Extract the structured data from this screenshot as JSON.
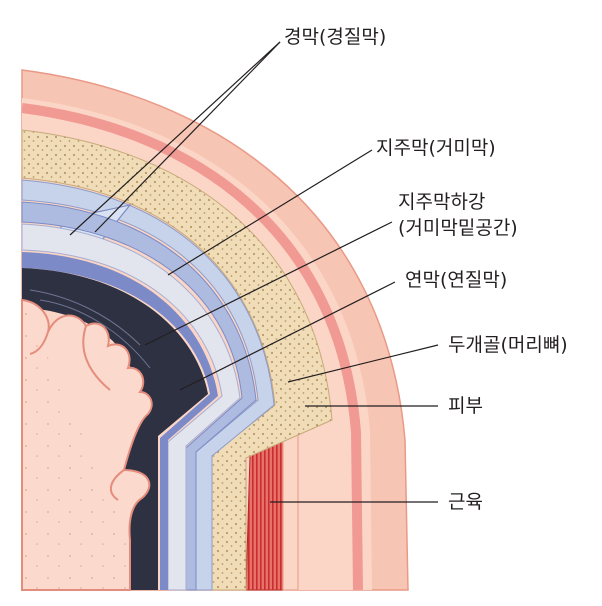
{
  "labels": {
    "dura_mater": "경막(경질막)",
    "arachnoid": "지주막(거미막)",
    "subarachnoid_line1": "지주막하강",
    "subarachnoid_line2": "(거미막밑공간)",
    "pia_mater": "연막(연질막)",
    "skull": "두개골(머리뼈)",
    "skin": "피부",
    "muscle": "근육"
  },
  "colors": {
    "skin": "#f7c5b3",
    "skin_edge": "#e99a86",
    "skin_inner_band": "#f19a94",
    "bone": "#f1dcb8",
    "bone_dots": "#b89a6a",
    "dura": "#c6d3ea",
    "arachnoid": "#aebbe0",
    "subarachnoid_space": "#e2e4ee",
    "pia": "#7c8bc7",
    "cortex_dark": "#2e3142",
    "brain_tissue": "#fbd9cd",
    "muscle": "#d63c3c",
    "leader_line": "#231f20"
  }
}
